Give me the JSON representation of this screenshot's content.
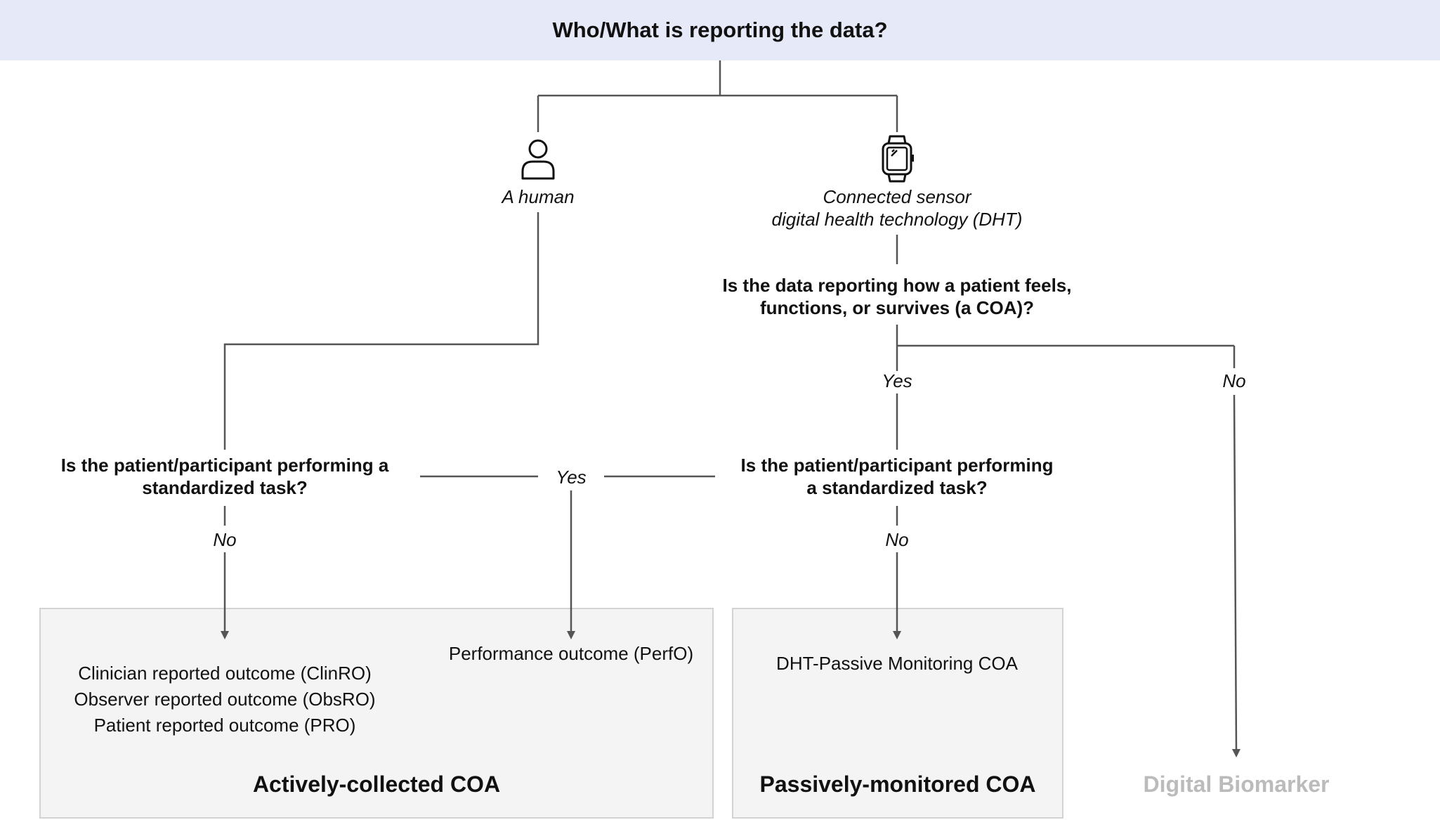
{
  "header": {
    "question": "Who/What is reporting the data?"
  },
  "branches": {
    "human": {
      "label": "A human",
      "icon": "person-icon"
    },
    "sensor": {
      "label_line1": "Connected sensor",
      "label_line2": "digital health technology (DHT)",
      "icon": "smartwatch-icon"
    }
  },
  "questions": {
    "coa": {
      "line1": "Is the data reporting how a patient feels,",
      "line2": "functions, or survives (a COA)?"
    },
    "task_left": {
      "line1": "Is the patient/participant  performing a",
      "line2": "standardized task?"
    },
    "task_right": {
      "line1": "Is the patient/participant performing",
      "line2": "a standardized task?"
    }
  },
  "edge_labels": {
    "coa_yes": "Yes",
    "coa_no": "No",
    "task_yes": "Yes",
    "left_no": "No",
    "right_no": "No"
  },
  "outcomes": {
    "active": {
      "items": [
        "Clinician reported outcome (ClinRO)",
        "Observer reported outcome (ObsRO)",
        "Patient reported outcome (PRO)"
      ],
      "perfo": "Performance outcome (PerfO)",
      "title": "Actively-collected COA"
    },
    "passive": {
      "item": "DHT-Passive Monitoring COA",
      "title": "Passively-monitored COA"
    },
    "biomarker": {
      "title": "Digital Biomarker"
    }
  },
  "colors": {
    "header_bg": "#e6e9f8",
    "line": "#555555",
    "box_bg": "#f4f4f4",
    "box_border": "#d3d3d3",
    "biomarker_text": "#bbbbbb"
  }
}
